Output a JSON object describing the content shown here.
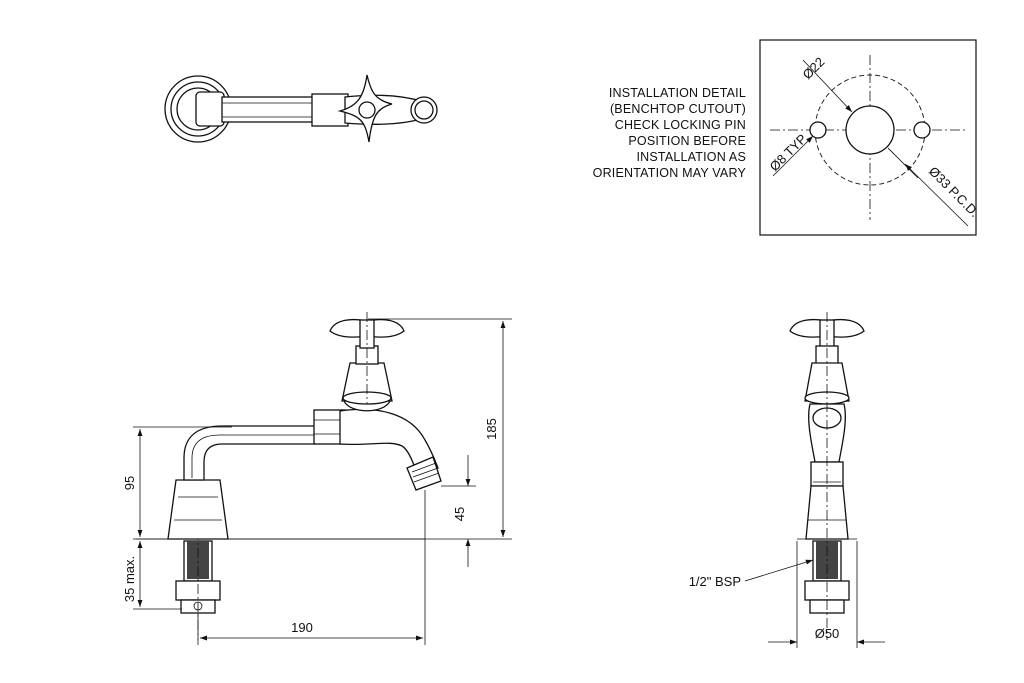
{
  "installation_note": {
    "lines": [
      "INSTALLATION DETAIL",
      "(BENCHTOP CUTOUT)",
      "CHECK LOCKING PIN",
      "POSITION BEFORE",
      "INSTALLATION AS",
      "ORIENTATION MAY VARY"
    ]
  },
  "cutout_detail": {
    "hole_diameter": "Ø22",
    "pin_hole": "Ø8 TYP",
    "pitch_circle": "Ø33 P.C.D."
  },
  "side_view": {
    "overall_height": "185",
    "spout_height": "95",
    "outlet_height": "45",
    "shank_length": "35 max.",
    "reach": "190"
  },
  "front_view": {
    "thread": "1/2\" BSP",
    "base_diameter": "Ø50"
  }
}
